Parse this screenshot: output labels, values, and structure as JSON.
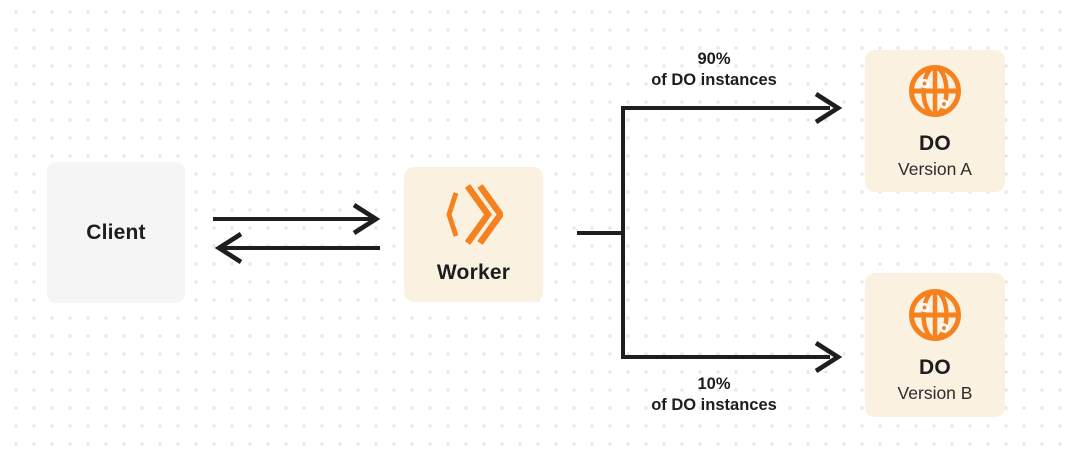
{
  "diagram": {
    "nodes": {
      "client": {
        "label": "Client"
      },
      "worker": {
        "label": "Worker"
      },
      "do_version_a": {
        "title": "DO",
        "subtitle": "Version A"
      },
      "do_version_b": {
        "title": "DO",
        "subtitle": "Version B"
      }
    },
    "edges": {
      "client_worker": {
        "type": "bidirectional-arrows"
      },
      "top_branch": {
        "percent": "90%",
        "caption": "of DO instances"
      },
      "bottom_branch": {
        "percent": "10%",
        "caption": "of DO instances"
      }
    },
    "icons": {
      "worker_icon": "workers-double-chevron-icon",
      "do_icon": "globe-icon"
    },
    "colors": {
      "orange": "#f6821f",
      "cream_box": "#fbf1e1",
      "gray_box": "#f5f5f6",
      "line": "#1e1e1e",
      "text": "#1d1d1f",
      "subtext": "#2b2b2b",
      "dot_grid": "#e7e7e7",
      "background": "#ffffff"
    }
  }
}
